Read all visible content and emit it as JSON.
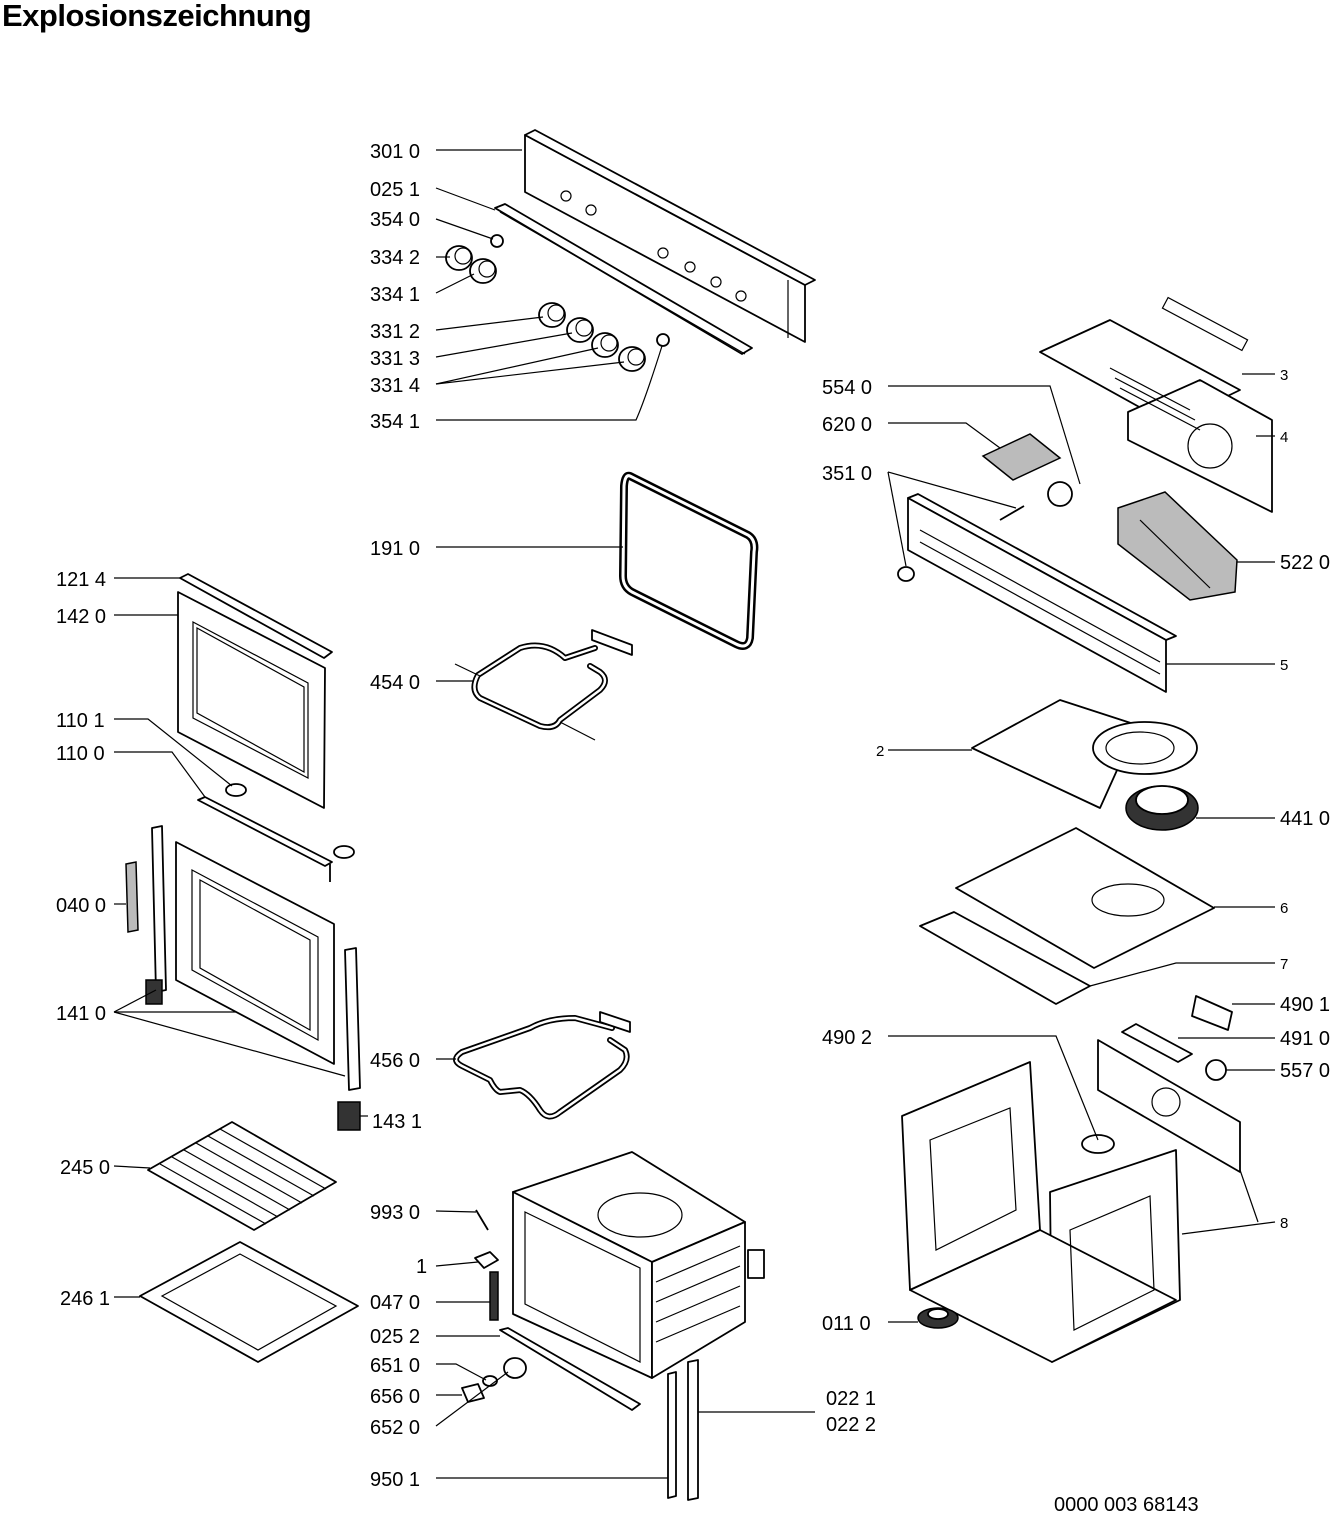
{
  "title": "Explosionszeichnung",
  "doc_number": "0000 003 68143",
  "labels": {
    "l3010": "301 0",
    "l0251": "025 1",
    "l3540": "354 0",
    "l3342": "334 2",
    "l3341": "334 1",
    "l3312": "331 2",
    "l3313": "331 3",
    "l3314": "331 4",
    "l3541": "354 1",
    "l1910": "191 0",
    "l4540": "454 0",
    "l4560": "456 0",
    "l1431": "143 1",
    "l9930": "993 0",
    "l1": "1",
    "l0470": "047 0",
    "l0252": "025 2",
    "l6510": "651 0",
    "l6560": "656 0",
    "l6520": "652 0",
    "l9501": "950 1",
    "l0221": "022 1",
    "l0222": "022 2",
    "l1214": "121 4",
    "l1420": "142 0",
    "l1101": "110 1",
    "l1100": "110 0",
    "l0400": "040 0",
    "l1410": "141 0",
    "l2450": "245 0",
    "l2461": "246 1",
    "l5540": "554 0",
    "l6200": "620 0",
    "l3510": "351 0",
    "l2": "2",
    "l4902": "490 2",
    "l0110": "011 0",
    "l3": "3",
    "l4": "4",
    "l5220": "522 0",
    "l5": "5",
    "l4410": "441 0",
    "l6": "6",
    "l7": "7",
    "l4901": "490 1",
    "l4910": "491 0",
    "l5570": "557 0",
    "l8": "8"
  }
}
